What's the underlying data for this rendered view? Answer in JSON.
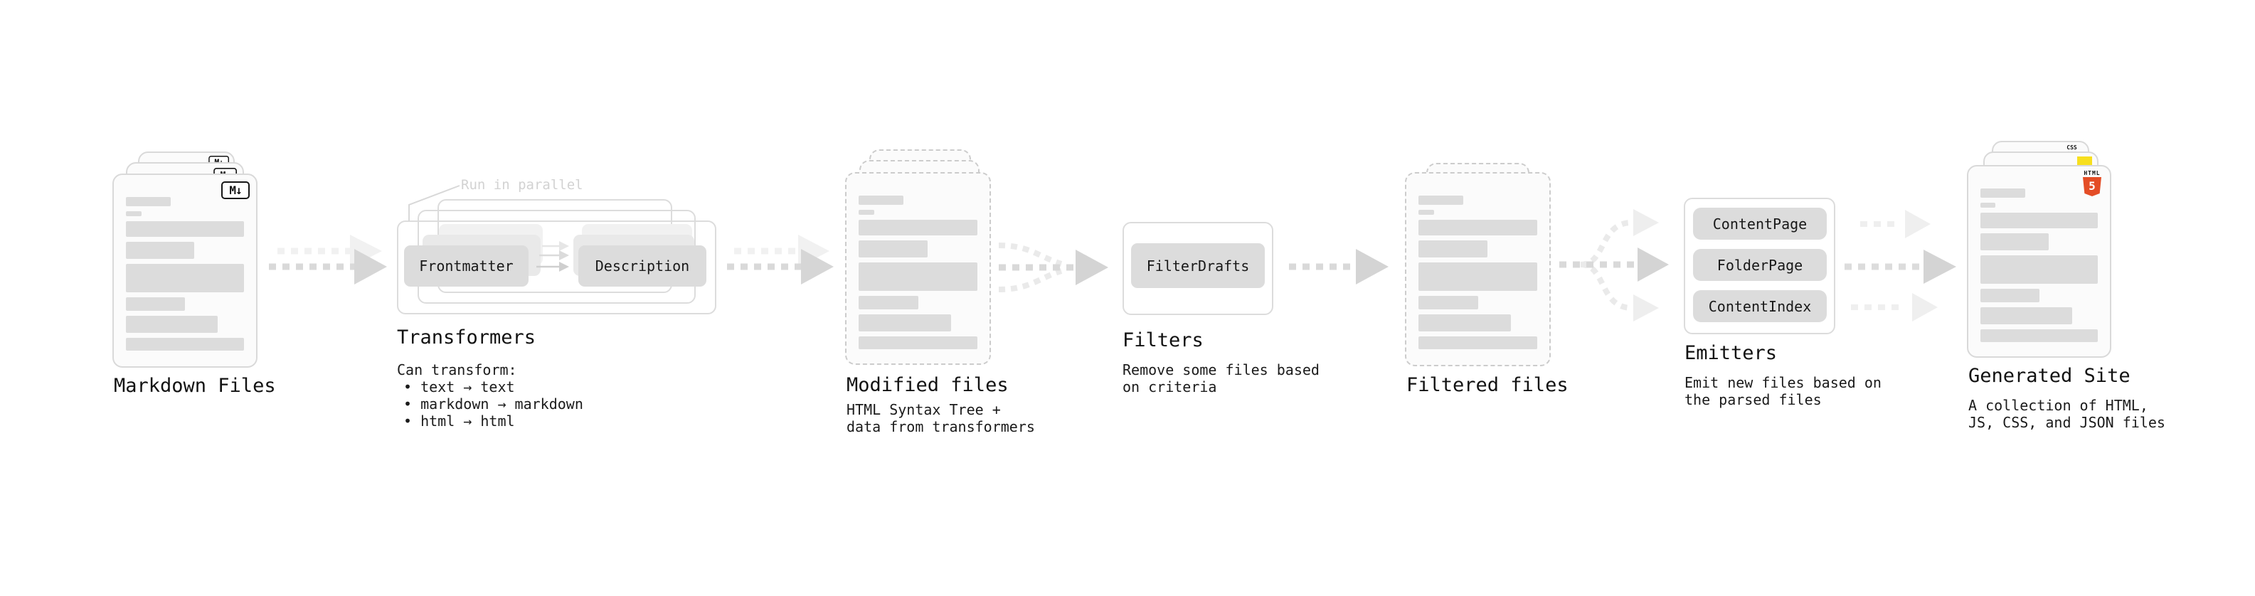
{
  "colors": {
    "html5_orange": "#e44d26",
    "js_yellow": "#f7df1e",
    "css_blue": "#2965f1",
    "chip_gray": "#dcdcdc",
    "arrow_gray": "#d9d9d9",
    "doc_border": "#d9d9d9"
  },
  "stages": {
    "markdown": {
      "label": "Markdown Files",
      "badge": "M↓"
    },
    "transformers": {
      "label": "Transformers",
      "note": "Run in parallel",
      "chip_left": "Frontmatter",
      "chip_right": "Description",
      "desc_heading": "Can transform:",
      "bullets": [
        "• text → text",
        "• markdown → markdown",
        "• html → html"
      ]
    },
    "modified": {
      "label": "Modified files",
      "desc": [
        "HTML Syntax Tree +",
        "data from transformers"
      ]
    },
    "filters": {
      "label": "Filters",
      "chip": "FilterDrafts",
      "desc": [
        "Remove some files based",
        "on criteria"
      ]
    },
    "filtered": {
      "label": "Filtered files"
    },
    "emitters": {
      "label": "Emitters",
      "chips": [
        "ContentPage",
        "FolderPage",
        "ContentIndex"
      ],
      "desc": [
        "Emit new files based on",
        "the parsed files"
      ]
    },
    "generated": {
      "label": "Generated Site",
      "desc": [
        "A collection of HTML,",
        "JS, CSS, and JSON files"
      ],
      "html5_badge": {
        "word": "HTML",
        "numeral": "5"
      },
      "css_badge": "CSS"
    }
  }
}
